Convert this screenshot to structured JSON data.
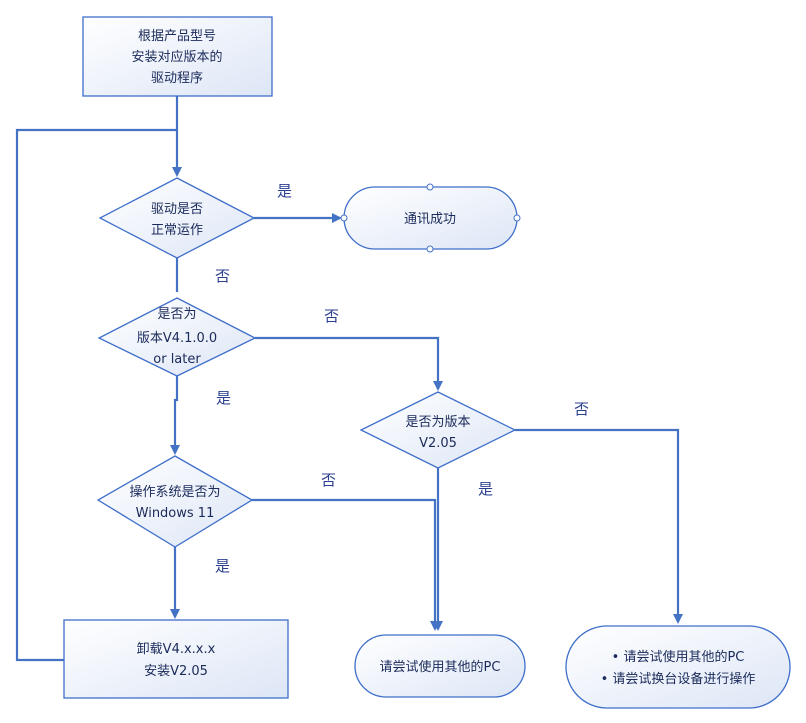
{
  "colors": {
    "stroke": "#4472c4",
    "fill_start": "#ffffff",
    "fill_end": "#dde6f6",
    "text": "#1a2a5a",
    "label": "#2b3f8f"
  },
  "nodes": {
    "install_driver": [
      "根据产品型号",
      "安装对应版本的",
      "驱动程序"
    ],
    "driver_ok": [
      "驱动是否",
      "正常运作"
    ],
    "comm_success": [
      "通讯成功"
    ],
    "is_v410": [
      "是否为",
      "版本V4.1.0.0",
      "or later"
    ],
    "is_v205": [
      "是否为版本",
      "V2.05"
    ],
    "is_win11": [
      "操作系统是否为",
      "Windows 11"
    ],
    "uninstall": [
      "卸载V4.x.x.x",
      "安装V2.05"
    ],
    "try_other_pc": [
      "请尝试使用其他的PC"
    ],
    "try_other_options": [
      "• 请尝试使用其他的PC",
      "• 请尝试换台设备进行操作"
    ]
  },
  "edge_labels": {
    "driver_ok_yes": "是",
    "driver_ok_no": "否",
    "is_v410_no": "否",
    "is_v410_yes": "是",
    "is_v205_no": "否",
    "is_v205_yes": "是",
    "is_win11_no": "否",
    "is_win11_yes": "是"
  }
}
